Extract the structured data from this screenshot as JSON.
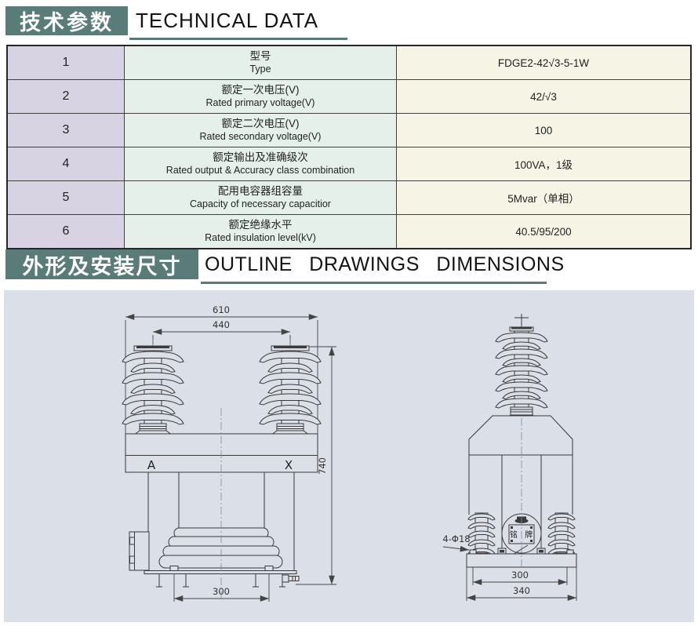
{
  "header1": {
    "zh": "技术参数",
    "en": "TECHNICAL DATA"
  },
  "header2": {
    "zh": "外形及安装尺寸",
    "en": "OUTLINE DRAWINGS DIMENSIONS"
  },
  "colors": {
    "header_teal": "#5a7c78",
    "panel_bg": "#dadfe8",
    "col_number_bg": "#d7d3e3",
    "col_label_bg": "#e5f0ea",
    "col_value_bg": "#f5f4e5"
  },
  "table": {
    "rows": [
      {
        "num": "1",
        "zh": "型号",
        "en": "Type",
        "value": "FDGE2-42√3-5-1W"
      },
      {
        "num": "2",
        "zh": "额定一次电压(V)",
        "en": "Rated primary voltage(V)",
        "value": "42/√3"
      },
      {
        "num": "3",
        "zh": "额定二次电压(V)",
        "en": "Rated secondary voltage(V)",
        "value": "100"
      },
      {
        "num": "4",
        "zh": "额定输出及准确级次",
        "en": "Rated output & Accuracy class combination",
        "value": "100VA，1级"
      },
      {
        "num": "5",
        "zh": "配用电容器组容量",
        "en": "Capacity of necessary capacitior",
        "value": "5Mvar（单相）"
      },
      {
        "num": "6",
        "zh": "额定绝缘水平",
        "en": "Rated insulation level(kV)",
        "value": "40.5/95/200"
      }
    ]
  },
  "drawing": {
    "front": {
      "dim_width_outer": "610",
      "dim_width_centers": "440",
      "dim_height": "740",
      "dim_base": "300",
      "terminal_left": "A",
      "terminal_right": "X"
    },
    "side": {
      "dim_base_inner": "300",
      "dim_base_outer": "340",
      "holes": "4-Φ18",
      "nameplate": "铭 牌"
    }
  }
}
